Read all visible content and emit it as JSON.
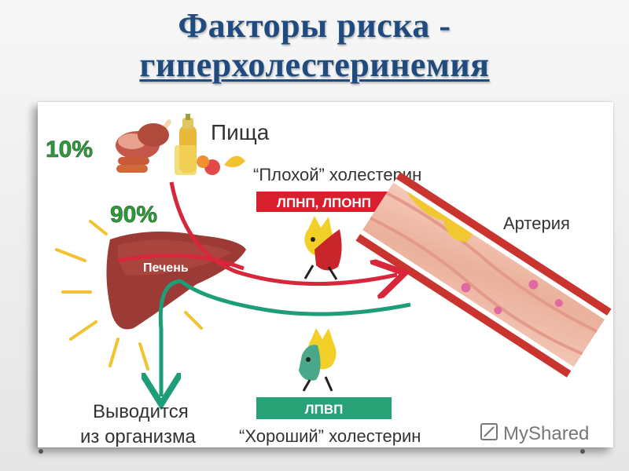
{
  "title": {
    "line1": "Факторы риска -",
    "line2": "гиперхолестеринемия"
  },
  "diagram": {
    "food_label": "Пища",
    "percent_food": "10%",
    "percent_liver": "90%",
    "bad_cholesterol_label": "“Плохой” холестерин",
    "ldl_tag": "ЛПНП, ЛПОНП",
    "artery_label": "Артерия",
    "liver_label": "Печень",
    "hdl_tag": "ЛПВП",
    "excreted_label_line1": "Выводится",
    "excreted_label_line2": "из организма",
    "good_cholesterol_label": "“Хороший” холестерин"
  },
  "watermark": {
    "text": "MyShared"
  },
  "colors": {
    "title": "#1f4b7f",
    "red_arrow": "#d8263a",
    "green_arrow": "#1e9e78",
    "percent_green": "#2f9a3c",
    "ldl_tag_bg": "#d81f2e",
    "hdl_tag_bg": "#27a277",
    "liver": "#9c3a35",
    "artery": "#c9342e"
  }
}
